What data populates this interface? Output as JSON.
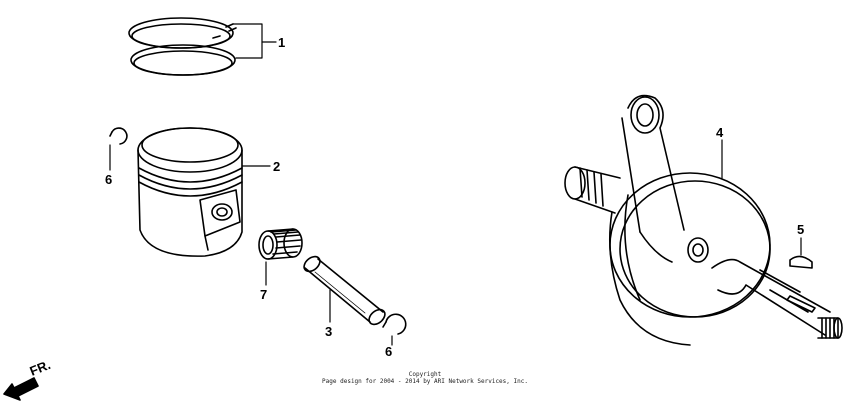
{
  "diagram": {
    "parts": [
      {
        "ref": "1"
      },
      {
        "ref": "2"
      },
      {
        "ref": "3"
      },
      {
        "ref": "4"
      },
      {
        "ref": "5"
      },
      {
        "ref": "6"
      },
      {
        "ref": "6"
      },
      {
        "ref": "7"
      }
    ],
    "direction_label": "FR.",
    "copyright_line1": "Copyright",
    "copyright_line2": "Page design for 2004 - 2014 by ARI Network Services, Inc."
  }
}
